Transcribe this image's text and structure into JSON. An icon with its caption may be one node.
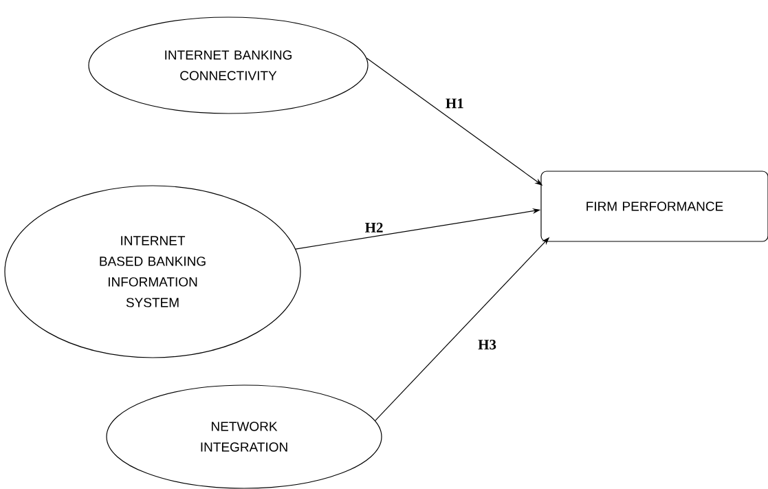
{
  "diagram": {
    "nodes": [
      {
        "text": [
          "INTERNET BANKING CONNECTIVITY"
        ]
      },
      {
        "text": [
          "INTERNET BASED BANKING INFORMATION SYSTEM"
        ]
      },
      {
        "text": [
          "NETWORK INTEGRATION"
        ]
      },
      {
        "text": [
          "FIRM PERFORMANCE"
        ]
      }
    ],
    "edges": [
      {
        "from": 0,
        "to": 3,
        "arrow": "to",
        "label": "H1"
      },
      {
        "from": 1,
        "to": 3,
        "arrow": "to",
        "label": "H2"
      },
      {
        "from": 2,
        "to": 3,
        "arrow": "to",
        "label": "H3"
      }
    ]
  }
}
